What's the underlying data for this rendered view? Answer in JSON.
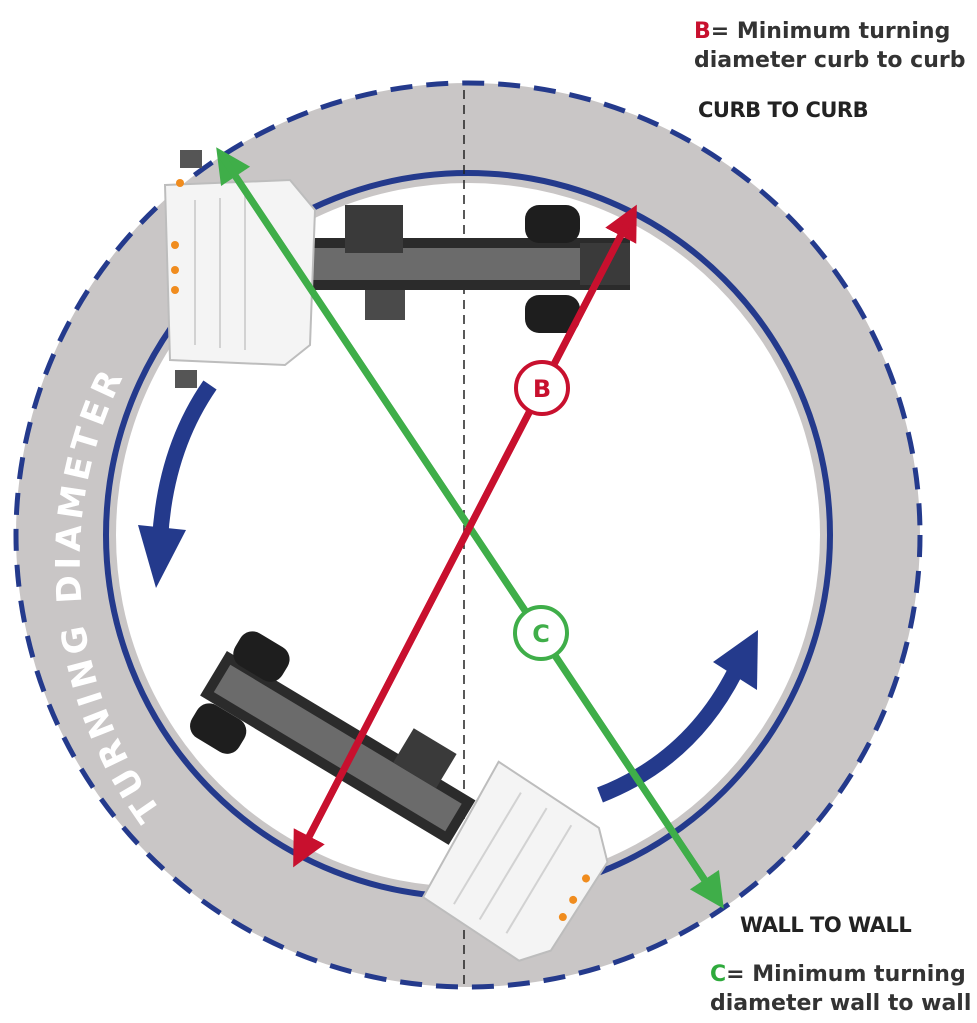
{
  "legend_b": {
    "key": "B",
    "text": "= Minimum turning",
    "line2": "diameter curb to curb"
  },
  "legend_c": {
    "key": "C",
    "text": "= Minimum turning",
    "line2": "diameter wall to wall"
  },
  "heading_curb": "CURB TO CURB",
  "heading_wall": "WALL TO WALL",
  "ring_label": "TURNING DIAMETER",
  "marker_b": "B",
  "marker_c": "C",
  "colors": {
    "ring_fill": "#c9c6c6",
    "navy": "#243a8c",
    "red": "#c8102e",
    "green": "#3fae49",
    "text": "#333333"
  },
  "icons": [
    "truck-top-view",
    "turn-arrow",
    "dimension-arrow"
  ]
}
